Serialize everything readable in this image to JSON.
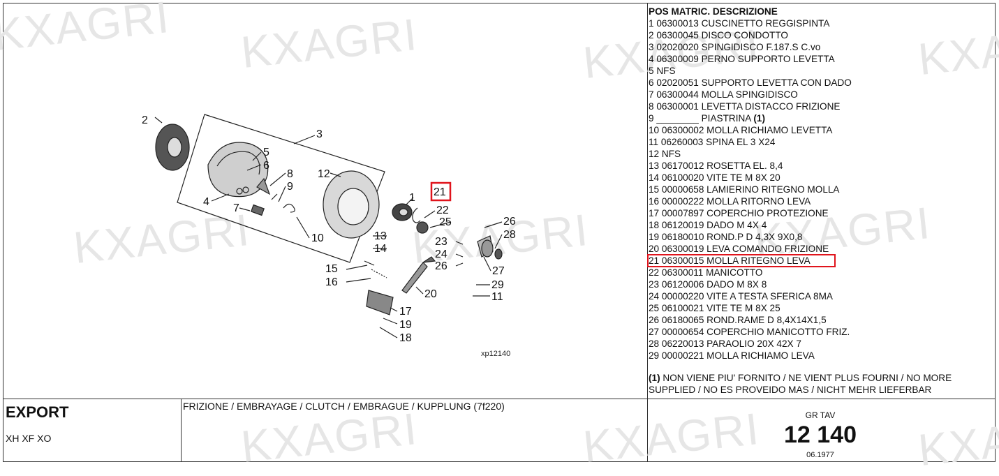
{
  "watermark": "KXAGRI",
  "legend": {
    "header": "POS MATRIC. DESCRIZIONE",
    "rows": [
      "1 06300013 CUSCINETTO REGGISPINTA",
      "2 06300045 DISCO CONDOTTO",
      "3 02020020 SPINGIDISCO F.187.S C.vo",
      "4 06300009 PERNO SUPPORTO LEVETTA",
      "5 NFS",
      "6 02020051 SUPPORTO LEVETTA CON DADO",
      "7 06300044 MOLLA SPINGIDISCO",
      "8 06300001 LEVETTA DISTACCO FRIZIONE",
      "9 ________ PIASTRINA",
      "10 06300002 MOLLA RICHIAMO LEVETTA",
      "11 06260003 SPINA EL 3 X24",
      "12 NFS",
      "13 06170012 ROSETTA EL. 8,4",
      "14 06100020 VITE TE M 8X 20",
      "15 00000658 LAMIERINO RITEGNO MOLLA",
      "16 00000222 MOLLA RITORNO LEVA",
      "17 00007897 COPERCHIO PROTEZIONE",
      "18 06120019 DADO M 4X 4",
      "19 06180010 ROND.P D 4,3X 9X0,8",
      "20 06300019 LEVA COMANDO FRIZIONE",
      "21 06300015 MOLLA RITEGNO LEVA",
      "22 06300011 MANICOTTO",
      "23 06120006 DADO M 8X 8",
      "24 00000220 VITE A TESTA SFERICA 8MA",
      "25 06100021 VITE TE M 8X 25",
      "26 06180065 ROND.RAME D 8,4X14X1,5",
      "27 00000654 COPERCHIO MANICOTTO FRIZ.",
      "28 06220013 PARAOLIO 20X 42X 7",
      "29 00000221 MOLLA RICHIAMO LEVA"
    ],
    "row9_suffix": "(1)",
    "note_marker": "(1)",
    "note_line1": "NON VIENE PIU' FORNITO / NE VIENT PLUS FOURNI / NO MORE",
    "note_line2": "SUPPLIED / NO ES PROVEIDO MAS / NICHT MEHR LIEFERBAR"
  },
  "diagram": {
    "code": "xp12140",
    "callouts": [
      "1",
      "2",
      "3",
      "4",
      "5",
      "6",
      "7",
      "8",
      "9",
      "10",
      "11",
      "12",
      "13",
      "14",
      "15",
      "16",
      "17",
      "18",
      "19",
      "20",
      "21",
      "22",
      "23",
      "24",
      "25",
      "26",
      "27",
      "28",
      "29"
    ],
    "highlight": "21"
  },
  "footer": {
    "title": "EXPORT",
    "models": "XH XF XO",
    "subject": "FRIZIONE / EMBRAYAGE / CLUTCH / EMBRAGUE / KUPPLUNG (7f220)",
    "gr_tav_label": "GR TAV",
    "table_number": "12 140",
    "date": "06.1977"
  },
  "colors": {
    "highlight": "#e0141c",
    "line": "#333333",
    "watermark": "#e6e6e6"
  }
}
